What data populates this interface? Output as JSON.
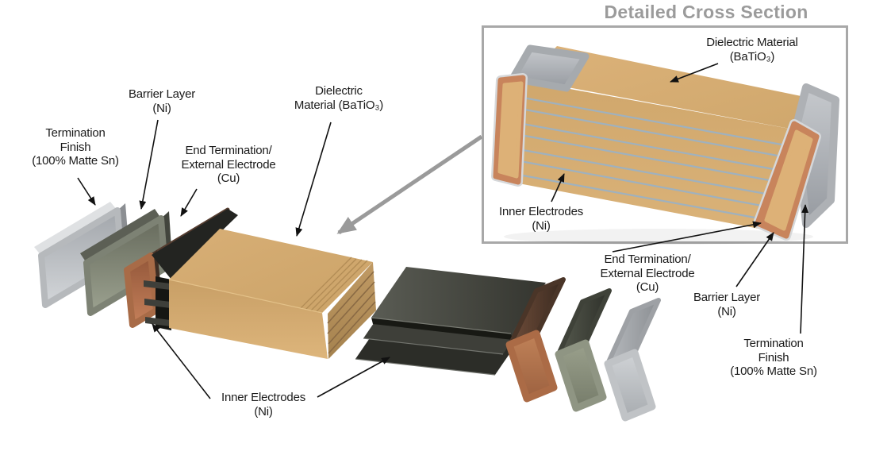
{
  "title": "Detailed Cross Section",
  "exploded": {
    "termination_finish": {
      "l1": "Termination",
      "l2": "Finish",
      "l3": "(100% Matte Sn)"
    },
    "barrier_layer": {
      "l1": "Barrier Layer",
      "l2": "(Ni)"
    },
    "end_termination": {
      "l1": "End Termination/",
      "l2": "External Electrode",
      "l3": "(Cu)"
    },
    "dielectric": {
      "l1": "Dielectric",
      "l2": "Material (BaTiO₃)"
    },
    "inner_electrodes": {
      "l1": "Inner Electrodes",
      "l2": "(Ni)"
    }
  },
  "cross_section": {
    "dielectric": {
      "l1": "Dielectric Material",
      "l2": "(BaTiO₃)"
    },
    "inner_electrodes": {
      "l1": "Inner Electrodes",
      "l2": "(Ni)"
    },
    "end_termination": {
      "l1": "End Termination/",
      "l2": "External Electrode",
      "l3": "(Cu)"
    },
    "barrier_layer": {
      "l1": "Barrier Layer",
      "l2": "(Ni)"
    },
    "termination_finish": {
      "l1": "Termination",
      "l2": "Finish",
      "l3": "(100% Matte Sn)"
    }
  },
  "colors": {
    "termination_finish_silver": "#b9bcbf",
    "barrier_layer_green": "#8b9181",
    "end_termination_copper": "#b5714e",
    "dielectric_tan": "#d3aa70",
    "inner_electrode_dark": "#2e2f2c",
    "electrode_line_blue": "#9fb1be",
    "callout_gray": "#9a9a9a",
    "frame_border_gray": "#a8a8a8",
    "label_text": "#1a1a1a"
  }
}
